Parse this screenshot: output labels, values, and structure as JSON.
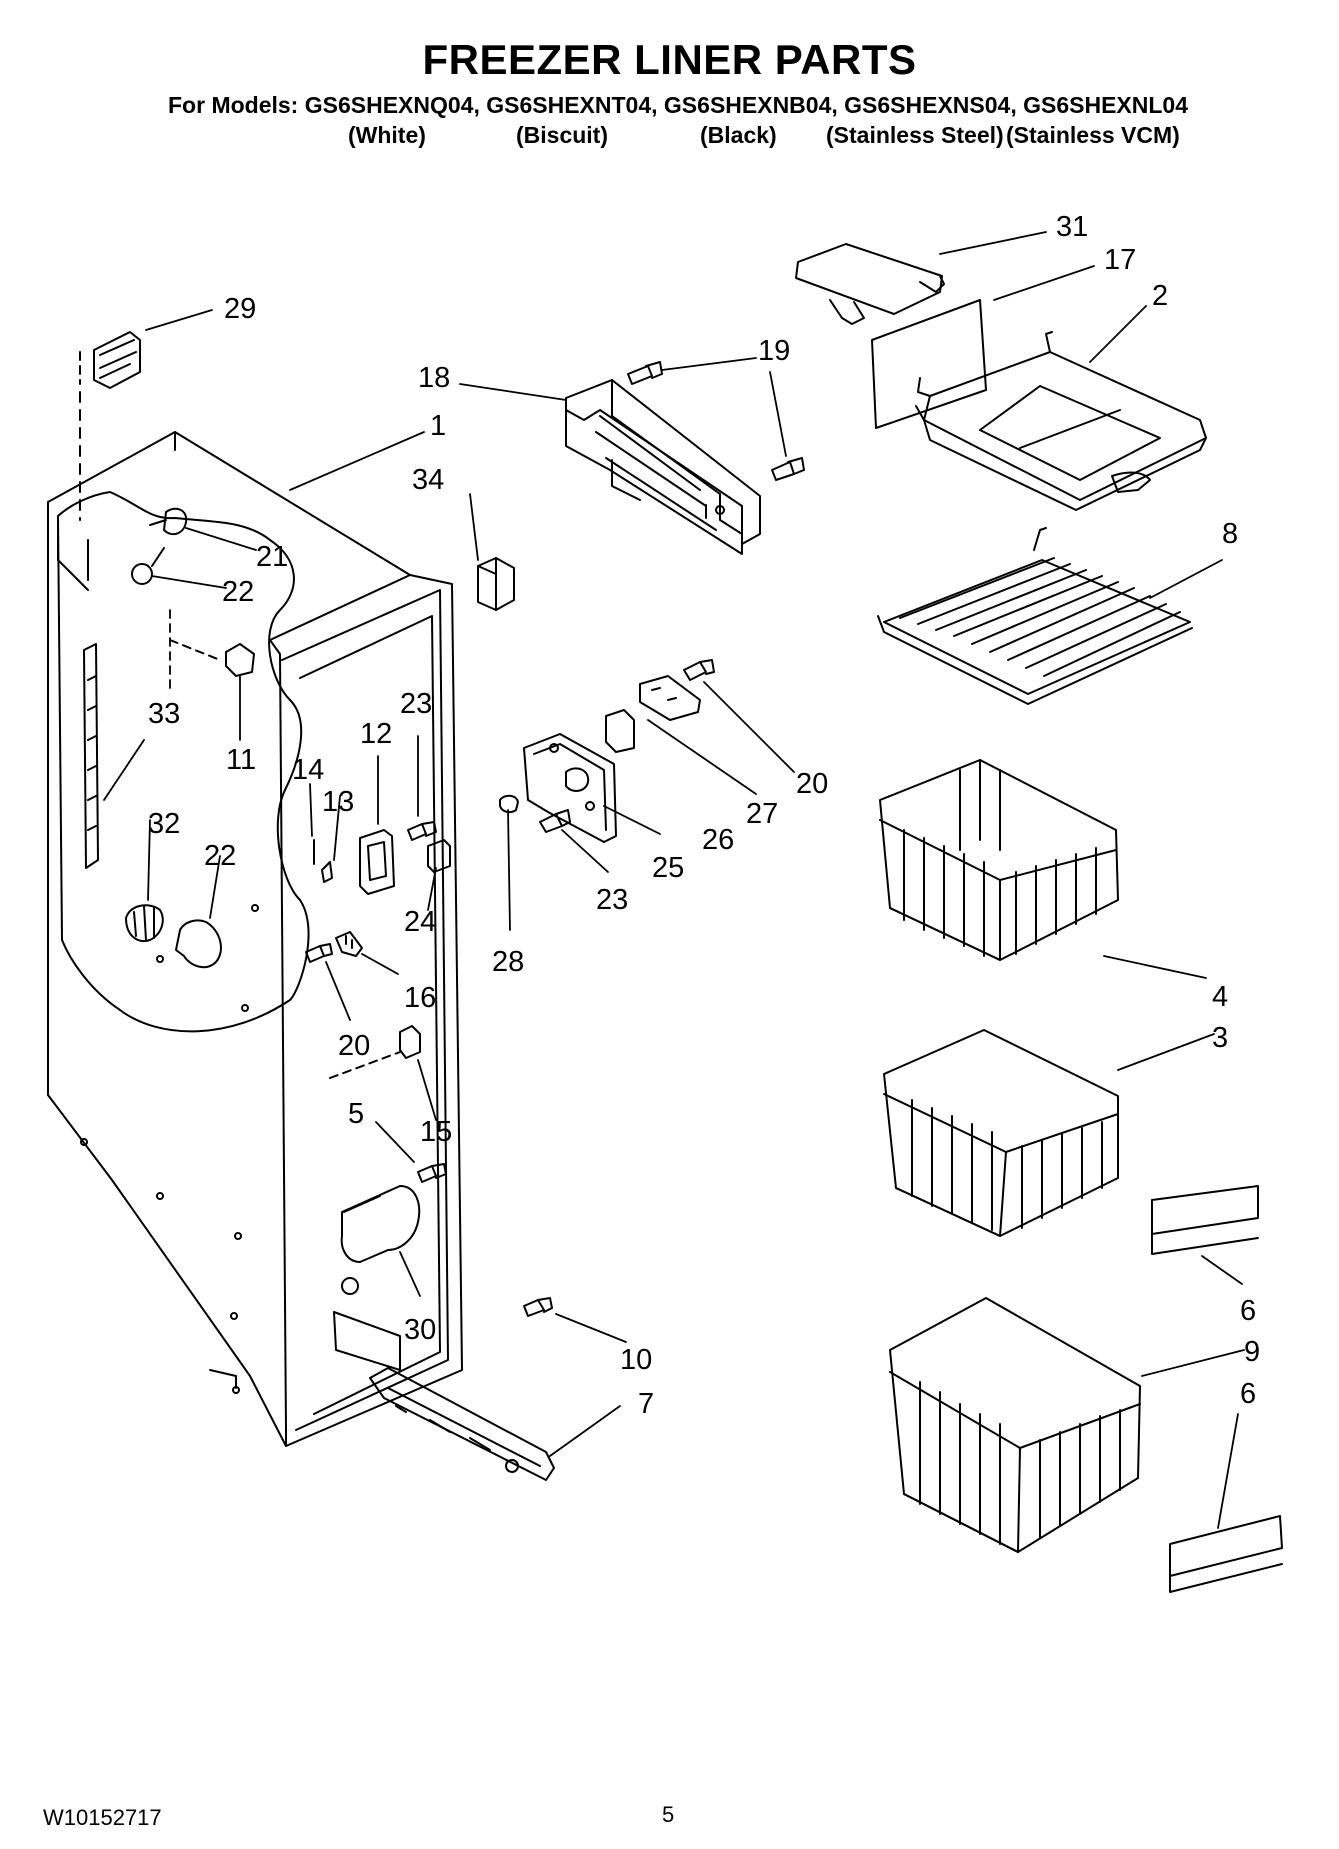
{
  "title": "FREEZER LINER PARTS",
  "models_line": "For Models: GS6SHEXNQ04, GS6SHEXNT04, GS6SHEXNB04, GS6SHEXNS04, GS6SHEXNL04",
  "variants": [
    "(White)",
    "(Biscuit)",
    "(Black)",
    "(Stainless Steel)",
    "(Stainless VCM)"
  ],
  "callouts": {
    "c31": "31",
    "c17": "17",
    "c2": "2",
    "c29": "29",
    "c19": "19",
    "c18": "18",
    "c1": "1",
    "c34": "34",
    "c21": "21",
    "c22a": "22",
    "c8": "8",
    "c33": "33",
    "c11": "11",
    "c23a": "23",
    "c12": "12",
    "c14": "14",
    "c13": "13",
    "c20a": "20",
    "c27": "27",
    "c26": "26",
    "c25": "25",
    "c32": "32",
    "c22b": "22",
    "c23b": "23",
    "c28": "28",
    "c24": "24",
    "c16": "16",
    "c20b": "20",
    "c4": "4",
    "c3": "3",
    "c5": "5",
    "c15": "15",
    "c6a": "6",
    "c30": "30",
    "c10": "10",
    "c9": "9",
    "c6b": "6",
    "c7": "7"
  },
  "footer": {
    "doc_number": "W10152717",
    "page_number": "5"
  }
}
